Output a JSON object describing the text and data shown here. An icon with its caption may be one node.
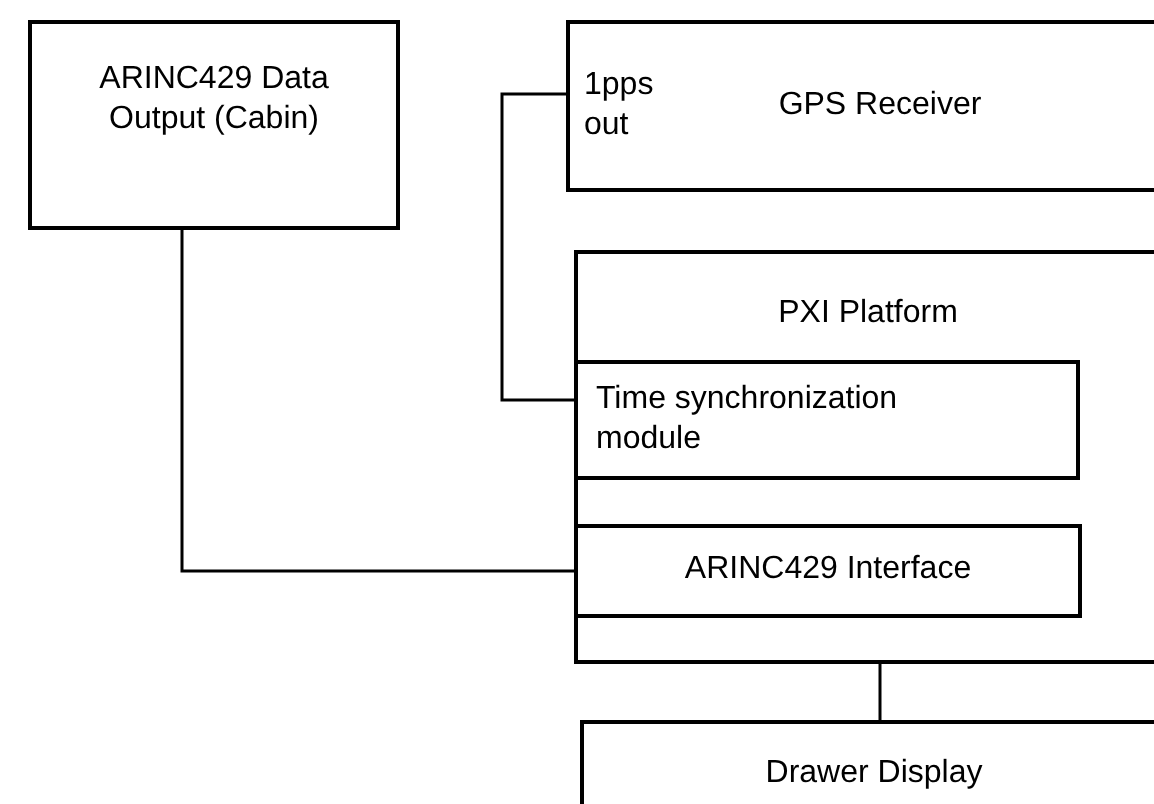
{
  "diagram": {
    "nodes": [
      {
        "text": [
          "ARINC429 Data Output (Cabin)"
        ]
      },
      {
        "text": [
          "1pps out",
          "GPS Receiver"
        ]
      },
      {
        "text": [
          "PXI Platform"
        ]
      },
      {
        "text": [
          "Time synchronization module"
        ],
        "in": 2
      },
      {
        "text": [
          "ARINC429 Interface"
        ],
        "in": 2
      },
      {
        "text": [
          "Drawer Display"
        ]
      }
    ],
    "edges": [
      {
        "from": 1,
        "to": 3,
        "arrow": "none"
      },
      {
        "from": 0,
        "to": 4,
        "arrow": "none"
      },
      {
        "from": 2,
        "to": 5,
        "arrow": "none"
      }
    ]
  }
}
